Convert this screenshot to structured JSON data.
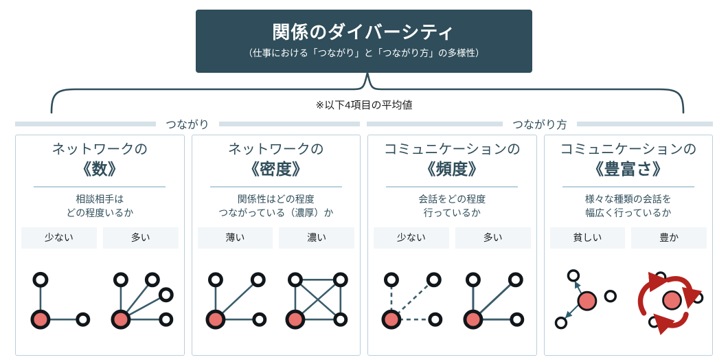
{
  "header": {
    "title": "関係のダイバーシティ",
    "subtitle": "（仕事における「つながり」と「つながり方」の多様性）",
    "box_color": "#2f4d5a"
  },
  "note": {
    "text": "※以下4項目の平均値"
  },
  "groups": [
    {
      "label": "つながり"
    },
    {
      "label": "つながり方"
    }
  ],
  "colors": {
    "dark_slate": "#2f4d5a",
    "card_border": "#b9cfdb",
    "group_bar": "#d6e1e8",
    "chip_bg": "#f2f6f9",
    "node_red": "#e8726e",
    "node_ring": "#11161a",
    "edge": "#3a5c6b",
    "arrow_red": "#b5231f"
  },
  "cards": [
    {
      "title_line1": "ネットワークの",
      "title_keyword": "《数》",
      "desc_line1": "相談相手は",
      "desc_line2": "どの程度いるか",
      "chip_low": "少ない",
      "chip_high": "多い",
      "diagram_low": "hub-2-spokes",
      "diagram_high": "hub-4-spokes"
    },
    {
      "title_line1": "ネットワークの",
      "title_keyword": "《密度》",
      "desc_line1": "関係性はどの程度",
      "desc_line2": "つながっている（濃厚）か",
      "chip_low": "薄い",
      "chip_high": "濃い",
      "diagram_low": "sparse-graph",
      "diagram_high": "dense-graph"
    },
    {
      "title_line1": "コミュニケーションの",
      "title_keyword": "《頻度》",
      "desc_line1": "会話をどの程度",
      "desc_line2": "行っているか",
      "chip_low": "少ない",
      "chip_high": "多い",
      "diagram_low": "dashed-edges",
      "diagram_high": "solid-edges"
    },
    {
      "title_line1": "コミュニケーションの",
      "title_keyword": "《豊富さ》",
      "desc_line1": "様々な種類の会話を",
      "desc_line2": "幅広く行っているか",
      "chip_low": "貧しい",
      "chip_high": "豊か",
      "diagram_low": "two-thin-arrows",
      "diagram_high": "three-thick-arrows"
    }
  ]
}
